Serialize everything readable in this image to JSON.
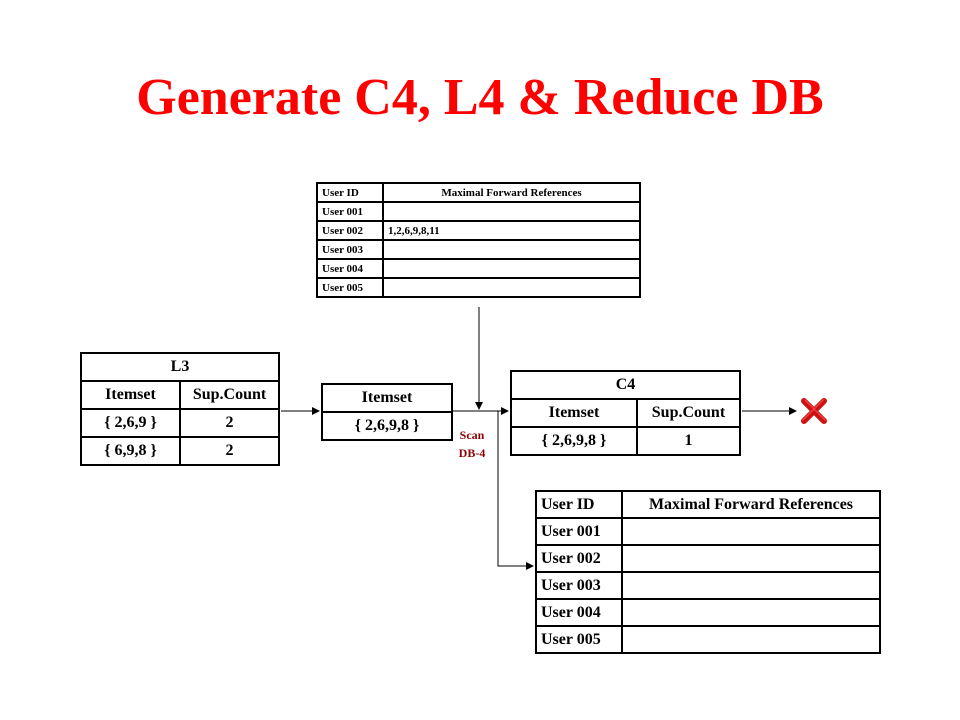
{
  "title": "Generate C4, L4 & Reduce DB",
  "db_top": {
    "headers": [
      "User ID",
      "Maximal Forward References"
    ],
    "rows": [
      [
        "User 001",
        ""
      ],
      [
        "User 002",
        "1,2,6,9,8,11"
      ],
      [
        "User 003",
        ""
      ],
      [
        "User 004",
        ""
      ],
      [
        "User 005",
        ""
      ]
    ]
  },
  "l3": {
    "title": "L3",
    "headers": [
      "Itemset",
      "Sup.Count"
    ],
    "rows": [
      [
        "{ 2,6,9 }",
        "2"
      ],
      [
        "{ 6,9,8 }",
        "2"
      ]
    ]
  },
  "candidate": {
    "header": "Itemset",
    "value": "{ 2,6,9,8 }"
  },
  "scan_label": [
    "Scan",
    "DB-4"
  ],
  "c4": {
    "title": "C4",
    "headers": [
      "Itemset",
      "Sup.Count"
    ],
    "rows": [
      [
        "{ 2,6,9,8 }",
        "1"
      ]
    ]
  },
  "db_bottom": {
    "headers": [
      "User ID",
      "Maximal Forward References"
    ],
    "rows": [
      [
        "User 001",
        ""
      ],
      [
        "User 002",
        ""
      ],
      [
        "User 003",
        ""
      ],
      [
        "User 004",
        ""
      ],
      [
        "User 005",
        ""
      ]
    ]
  },
  "colors": {
    "title": "#ff0000",
    "scan_label": "#8b0000",
    "reject_mark": "#cc1111"
  },
  "icons": {
    "reject": "x-mark-icon"
  }
}
